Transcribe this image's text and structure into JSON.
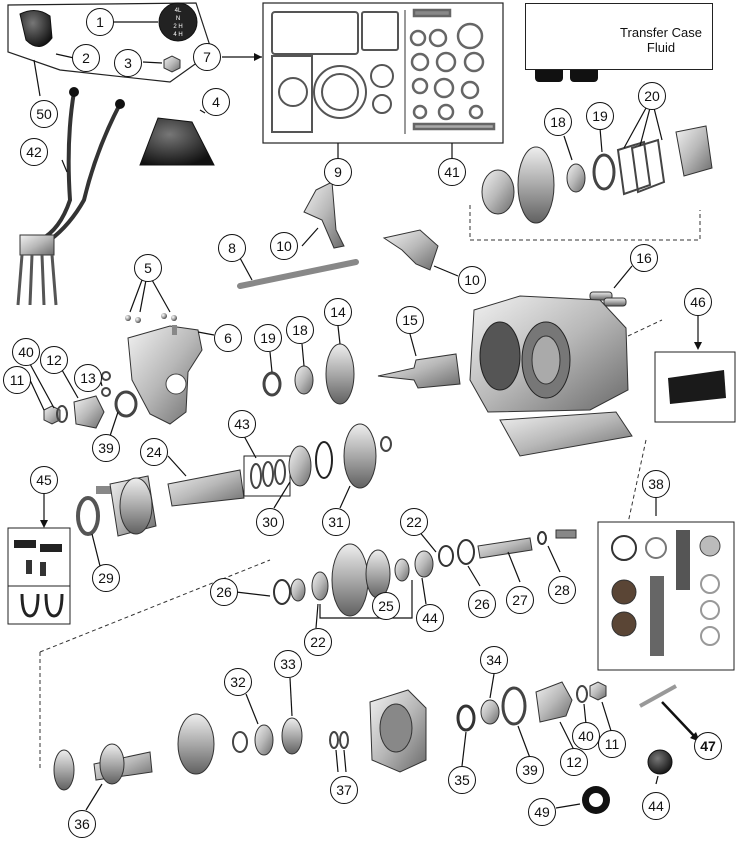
{
  "diagram": {
    "type": "exploded-parts-view",
    "colors": {
      "line": "#222222",
      "metal_light": "#d8d8d8",
      "metal_mid": "#a8a8a8",
      "metal_dark": "#5a5a5a",
      "black": "#1a1a1a"
    }
  },
  "fluid_box": {
    "label_line1": "Transfer Case",
    "label_line2": "Fluid"
  },
  "shifter_knob_text": [
    "4L",
    "N",
    "2 H",
    "4 H"
  ],
  "callouts": [
    {
      "id": "c1",
      "label": "1",
      "part": "shift-pattern-knob"
    },
    {
      "id": "c2",
      "label": "2",
      "part": "shifter-knob"
    },
    {
      "id": "c3",
      "label": "3",
      "part": "knob-nut"
    },
    {
      "id": "c4",
      "label": "4",
      "part": "shifter-boot"
    },
    {
      "id": "c5",
      "label": "5",
      "part": "poppet-balls-springs"
    },
    {
      "id": "c6",
      "label": "6",
      "part": "shift-rail-housing"
    },
    {
      "id": "c7",
      "label": "7",
      "part": "gasket-kit-pointer"
    },
    {
      "id": "c8",
      "label": "8",
      "part": "shift-rail"
    },
    {
      "id": "c9",
      "label": "9",
      "part": "gasket-kit"
    },
    {
      "id": "c10a",
      "label": "10",
      "part": "shift-fork-upper"
    },
    {
      "id": "c10b",
      "label": "10",
      "part": "shift-fork-right"
    },
    {
      "id": "c11a",
      "label": "11",
      "part": "yoke-nut-left"
    },
    {
      "id": "c11b",
      "label": "11",
      "part": "yoke-nut-right"
    },
    {
      "id": "c12a",
      "label": "12",
      "part": "yoke-left"
    },
    {
      "id": "c12b",
      "label": "12",
      "part": "yoke-right"
    },
    {
      "id": "c13",
      "label": "13",
      "part": "washer"
    },
    {
      "id": "c14",
      "label": "14",
      "part": "gear"
    },
    {
      "id": "c15",
      "label": "15",
      "part": "input-shaft"
    },
    {
      "id": "c16",
      "label": "16",
      "part": "pins"
    },
    {
      "id": "c18a",
      "label": "18",
      "part": "bearing-cone-upper"
    },
    {
      "id": "c18b",
      "label": "18",
      "part": "bearing-cone-mid"
    },
    {
      "id": "c19a",
      "label": "19",
      "part": "bearing-cup-upper"
    },
    {
      "id": "c19b",
      "label": "19",
      "part": "bearing-cup-mid"
    },
    {
      "id": "c20",
      "label": "20",
      "part": "shims-cover"
    },
    {
      "id": "c22a",
      "label": "22",
      "part": "thrust-washer-upper"
    },
    {
      "id": "c22b",
      "label": "22",
      "part": "thrust-washer-lower"
    },
    {
      "id": "c24",
      "label": "24",
      "part": "output-shaft"
    },
    {
      "id": "c25",
      "label": "25",
      "part": "intermediate-gear"
    },
    {
      "id": "c26a",
      "label": "26",
      "part": "washer-left"
    },
    {
      "id": "c26b",
      "label": "26",
      "part": "washer-right"
    },
    {
      "id": "c27",
      "label": "27",
      "part": "intermediate-shaft"
    },
    {
      "id": "c28",
      "label": "28",
      "part": "o-ring"
    },
    {
      "id": "c29",
      "label": "29",
      "part": "seal"
    },
    {
      "id": "c30",
      "label": "30",
      "part": "bearing"
    },
    {
      "id": "c31",
      "label": "31",
      "part": "output-gear"
    },
    {
      "id": "c32",
      "label": "32",
      "part": "bearing-cone-lower"
    },
    {
      "id": "c33",
      "label": "33",
      "part": "bearing-cup-lower"
    },
    {
      "id": "c34",
      "label": "34",
      "part": "bearing-rear"
    },
    {
      "id": "c35",
      "label": "35",
      "part": "seal-rear"
    },
    {
      "id": "c36",
      "label": "36",
      "part": "front-output-shaft"
    },
    {
      "id": "c37",
      "label": "37",
      "part": "snap-rings"
    },
    {
      "id": "c38",
      "label": "38",
      "part": "rebuild-kit"
    },
    {
      "id": "c39a",
      "label": "39",
      "part": "seal-yoke-left"
    },
    {
      "id": "c39b",
      "label": "39",
      "part": "seal-yoke-right"
    },
    {
      "id": "c40a",
      "label": "40",
      "part": "washer-yoke-left"
    },
    {
      "id": "c40b",
      "label": "40",
      "part": "washer-yoke-right"
    },
    {
      "id": "c41",
      "label": "41",
      "part": "bearing-seal-kit"
    },
    {
      "id": "c42",
      "label": "42",
      "part": "shift-levers"
    },
    {
      "id": "c43",
      "label": "43",
      "part": "spacer-rings"
    },
    {
      "id": "c44a",
      "label": "44",
      "part": "needle-bearing"
    },
    {
      "id": "c44b",
      "label": "44",
      "part": "spider-gear"
    },
    {
      "id": "c45",
      "label": "45",
      "part": "u-joint-straps"
    },
    {
      "id": "c46",
      "label": "46",
      "part": "mount"
    },
    {
      "id": "c47",
      "label": "47",
      "part": "tool",
      "bold": true
    },
    {
      "id": "c49",
      "label": "49",
      "part": "spline-ring"
    },
    {
      "id": "c50",
      "label": "50",
      "part": "shift-knob-assembly"
    }
  ]
}
